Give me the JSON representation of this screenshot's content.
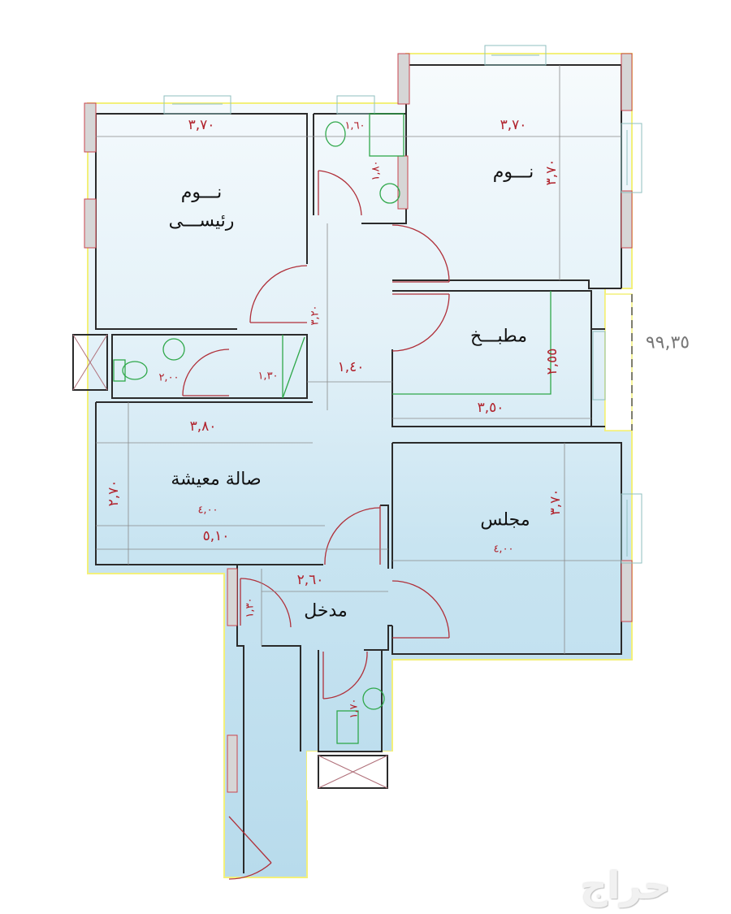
{
  "rooms": {
    "master_bedroom": {
      "line1": "نـــوم",
      "line2": "رئيســـى"
    },
    "bedroom": {
      "label": "نـــوم"
    },
    "kitchen": {
      "label": "مطبـــخ"
    },
    "living_hall": {
      "label": "صالة معيشة"
    },
    "majlis": {
      "label": "مجلس"
    },
    "entrance": {
      "label": "مدخل"
    }
  },
  "dimensions": {
    "master_bedroom_width": "٣,٧٠",
    "bedroom_width": "٣,٧٠",
    "bedroom_depth": "٣,٧٠",
    "bath_top_width": "١,٦٠",
    "bath_top_depth": "١,٨٠",
    "corridor_length": "٣,٢٠",
    "bath_left_width": "٢,٠٠",
    "store_width": "١,٣٠",
    "corridor_width": "١,٤٠",
    "kitchen_width": "٣,٥٠",
    "kitchen_depth": "٢,٥٥",
    "living_width_upper": "٣,٨٠",
    "living_depth": "٢,٧٠",
    "living_width_inner": "٤,٠٠",
    "living_width_total": "٥,١٠",
    "majlis_width": "٤,٠٠",
    "majlis_depth": "٣,٧٠",
    "entrance_width": "٢,٦٠",
    "entrance_depth": "١,٣٠",
    "bath_bottom_depth": "١,٧٠"
  },
  "annotations": {
    "level_mark": "٩٩,٣٥"
  },
  "watermark": {
    "text": "حراج"
  },
  "colors": {
    "wall": "#2b2b2b",
    "door": "#b0303a",
    "fixture": "#2fa84a",
    "dimension_text": "#b0202a",
    "floor_light": "#eef6fa",
    "floor_blue": "#bcdfee",
    "outline_yellow": "#f3f07a",
    "column_gray": "#d6d6d6"
  }
}
